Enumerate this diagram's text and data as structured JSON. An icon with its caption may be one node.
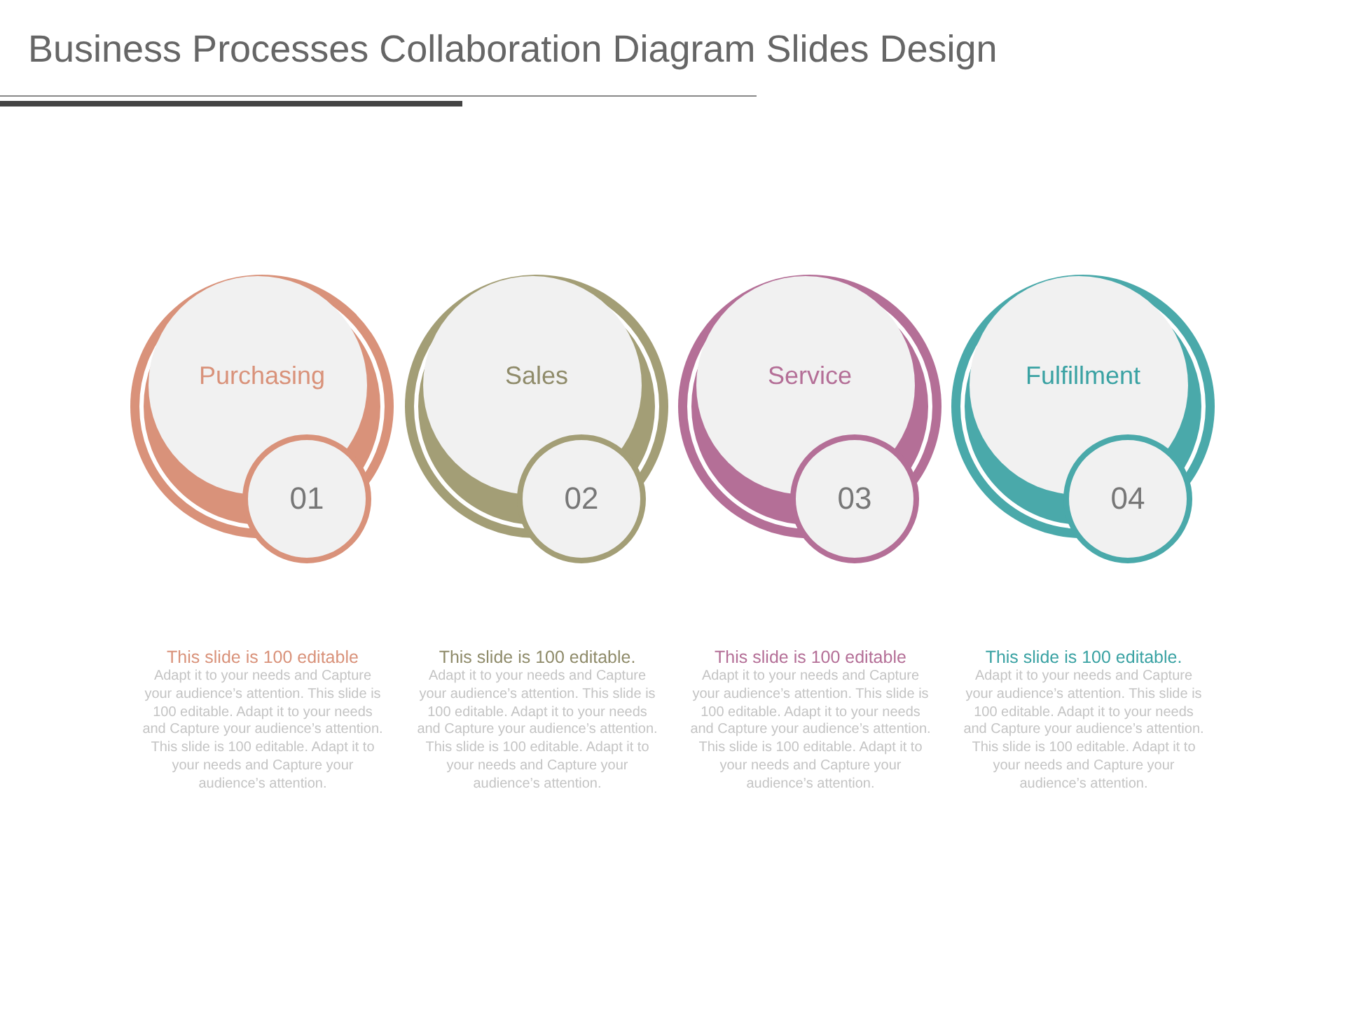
{
  "diagram": {
    "title": "Business Processes Collaboration Diagram Slides Design",
    "nodes": [
      {
        "text": [
          "Purchasing"
        ],
        "beside": [
          "This slide is 100 editable",
          "Adapt it to your needs and Capture your audience’s attention. This slide is 100 editable. Adapt it to your needs and Capture your audience’s attention.",
          "This slide is 100 editable. Adapt it to your needs and Capture your audience’s attention."
        ]
      },
      {
        "text": [
          "01"
        ],
        "in": 0
      },
      {
        "text": [
          "Sales"
        ],
        "beside": [
          "This slide is 100 editable.",
          "Adapt it to your needs and Capture your audience’s attention. This slide is 100 editable. Adapt it to your needs and Capture your audience’s attention.",
          "This slide is 100 editable. Adapt it to your needs and Capture your audience’s attention."
        ]
      },
      {
        "text": [
          "02"
        ],
        "in": 2
      },
      {
        "text": [
          "Service"
        ],
        "beside": [
          "This slide is 100 editable",
          "Adapt it to your needs and Capture your audience’s attention. This slide is 100 editable. Adapt it to your needs and Capture your audience’s attention.",
          "This slide is 100 editable. Adapt it to your needs and Capture your audience’s attention."
        ]
      },
      {
        "text": [
          "03"
        ],
        "in": 4
      },
      {
        "text": [
          "Fulfillment"
        ],
        "beside": [
          "This slide is 100 editable.",
          "Adapt it to your needs and Capture your audience’s attention. This slide is 100 editable. Adapt it to your needs and Capture your audience’s attention.",
          "This slide is 100 editable. Adapt it to your needs and Capture your audience’s attention."
        ]
      },
      {
        "text": [
          "04"
        ],
        "in": 6
      }
    ]
  }
}
